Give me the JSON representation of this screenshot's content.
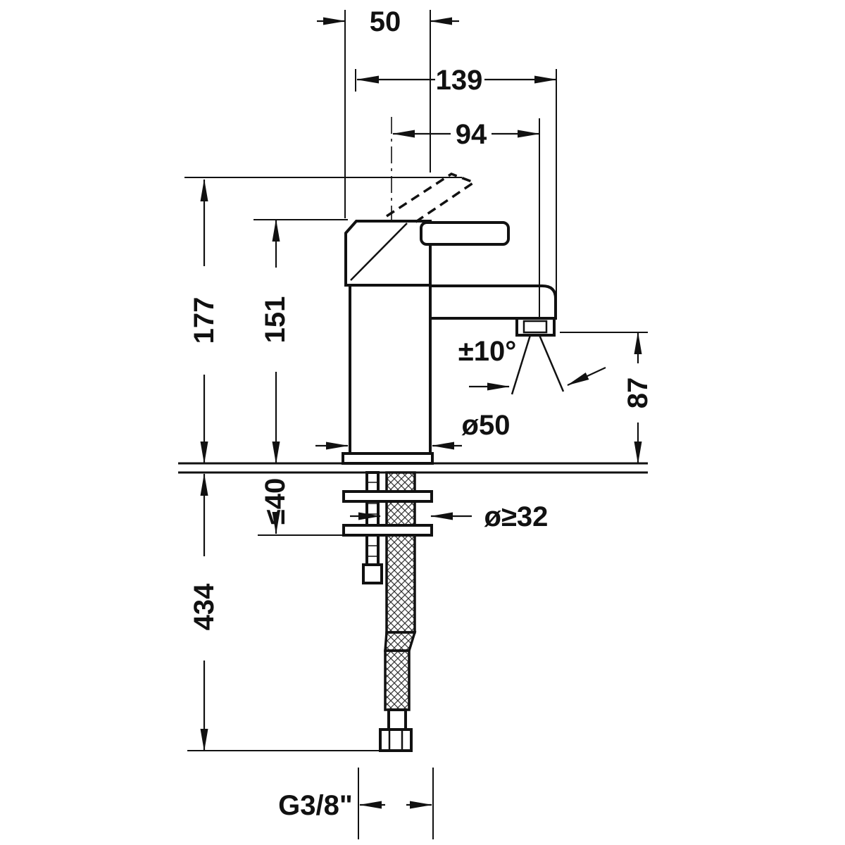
{
  "diagram": {
    "type": "technical-drawing",
    "subject": "single-lever basin mixer faucet dimensional drawing",
    "units": "mm",
    "colors": {
      "line": "#111111",
      "background": "#ffffff"
    },
    "labels": {
      "top_offset": "50",
      "overall_depth": "139",
      "spout_reach": "94",
      "height_total": "177",
      "height_body": "151",
      "spray_angle": "±10°",
      "spout_height": "87",
      "base_diameter": "ø50",
      "max_mounting_thickness": "≤40",
      "min_hole_diameter": "ø≥32",
      "hose_length": "434",
      "connection_thread": "G3/8\""
    }
  }
}
